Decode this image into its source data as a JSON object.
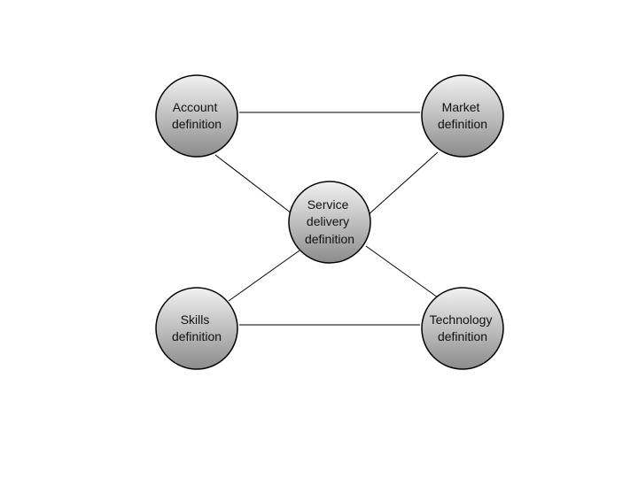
{
  "diagram": {
    "nodes": [
      {
        "id": "account",
        "lines": [
          "Account",
          "definition"
        ]
      },
      {
        "id": "market",
        "lines": [
          "Market",
          "definition"
        ]
      },
      {
        "id": "service",
        "lines": [
          "Service",
          "delivery",
          "definition"
        ]
      },
      {
        "id": "skills",
        "lines": [
          "Skills",
          "definition"
        ]
      },
      {
        "id": "technology",
        "lines": [
          "Technology",
          "definition"
        ]
      }
    ],
    "edges": [
      {
        "from": "account",
        "to": "market"
      },
      {
        "from": "account",
        "to": "service"
      },
      {
        "from": "market",
        "to": "service"
      },
      {
        "from": "service",
        "to": "skills"
      },
      {
        "from": "service",
        "to": "technology"
      },
      {
        "from": "skills",
        "to": "technology"
      }
    ],
    "colors": {
      "fill_light": "#f2f2f2",
      "fill_dark": "#8c8c8c",
      "stroke": "#000000",
      "text": "#111111"
    }
  }
}
